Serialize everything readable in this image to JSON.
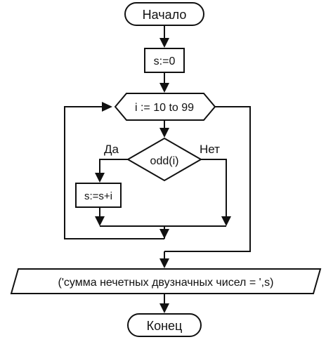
{
  "flowchart": {
    "start_label": "Начало",
    "init_label": "s:=0",
    "loop_label": "i := 10 to 99",
    "condition_label": "odd(i)",
    "yes_label": "Да",
    "no_label": "Нет",
    "action_label": "s:=s+i",
    "output_label": "('сумма нечетных двузначных чисел = ',s)",
    "end_label": "Конец"
  },
  "colors": {
    "stroke": "#111111",
    "background": "#ffffff"
  }
}
